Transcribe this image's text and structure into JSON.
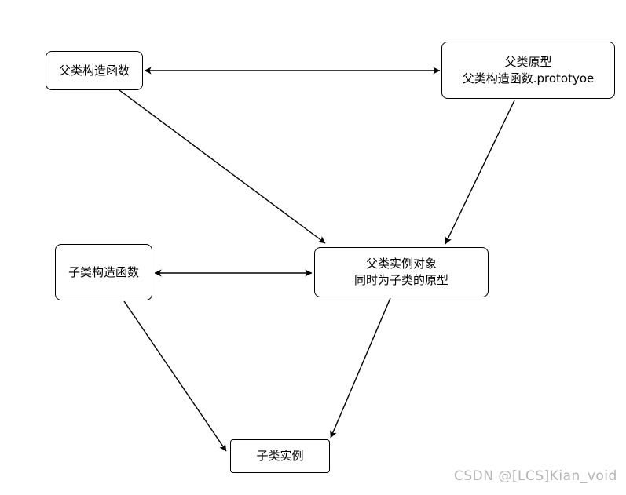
{
  "diagram": {
    "background_color": "#ffffff",
    "node_fill_color": "#ffffff",
    "node_border_color": "#000000",
    "arrow_color": "#000000",
    "nodes": {
      "parent_constructor": {
        "label": "父类构造函数"
      },
      "parent_prototype": {
        "line1": "父类原型",
        "line2": "父类构造函数.prototyoe"
      },
      "child_constructor": {
        "label": "子类构造函数"
      },
      "parent_instance": {
        "line1": "父类实例对象",
        "line2": "同时为子类的原型"
      },
      "child_instance": {
        "label": "子类实例"
      }
    },
    "edges": [
      {
        "from": "parent_constructor",
        "to": "parent_prototype",
        "direction": "bidirectional"
      },
      {
        "from": "parent_constructor",
        "to": "parent_instance",
        "direction": "one-way"
      },
      {
        "from": "parent_prototype",
        "to": "parent_instance",
        "direction": "one-way"
      },
      {
        "from": "child_constructor",
        "to": "parent_instance",
        "direction": "bidirectional"
      },
      {
        "from": "child_constructor",
        "to": "child_instance",
        "direction": "one-way"
      },
      {
        "from": "parent_instance",
        "to": "child_instance",
        "direction": "one-way"
      }
    ],
    "watermark": {
      "text": "CSDN @[LCS]Kian_void",
      "color": "#b5b5b5"
    }
  }
}
